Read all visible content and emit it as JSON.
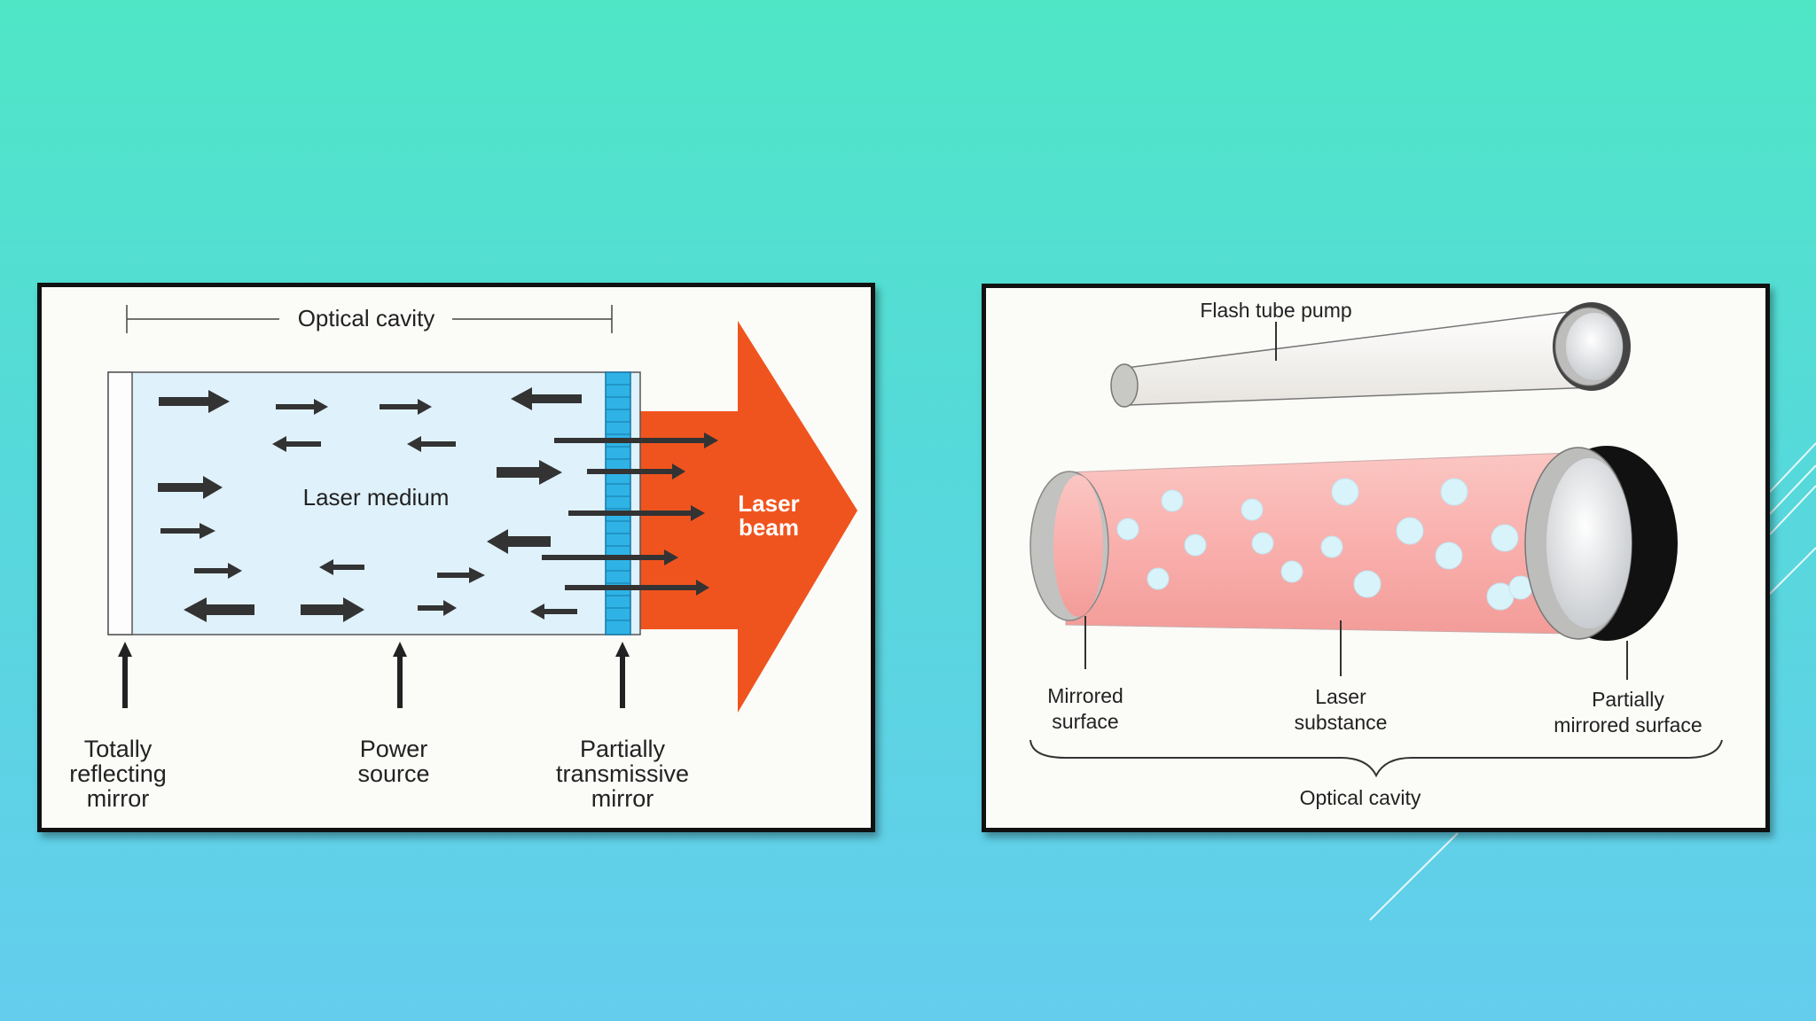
{
  "left_diagram": {
    "optical_cavity": "Optical cavity",
    "laser_medium": "Laser medium",
    "laser_beam_line1": "Laser",
    "laser_beam_line2": "beam",
    "mirror_left_line1": "Totally",
    "mirror_left_line2": "reflecting",
    "mirror_left_line3": "mirror",
    "power_line1": "Power",
    "power_line2": "source",
    "mirror_right_line1": "Partially",
    "mirror_right_line2": "transmissive",
    "mirror_right_line3": "mirror"
  },
  "right_diagram": {
    "flash_tube": "Flash tube pump",
    "mirrored_line1": "Mirrored",
    "mirrored_line2": "surface",
    "laser_sub_line1": "Laser",
    "laser_sub_line2": "substance",
    "partial_line1": "Partially",
    "partial_line2": "mirrored surface",
    "optical_cavity": "Optical cavity"
  },
  "colors": {
    "background_top": "#4fe6c6",
    "background_bottom": "#64cdee",
    "medium_fill": "#dff1fb",
    "mirror_blue": "#2fb3e6",
    "beam_orange": "#f0541e",
    "tube_pink": "#f8b3b1"
  }
}
